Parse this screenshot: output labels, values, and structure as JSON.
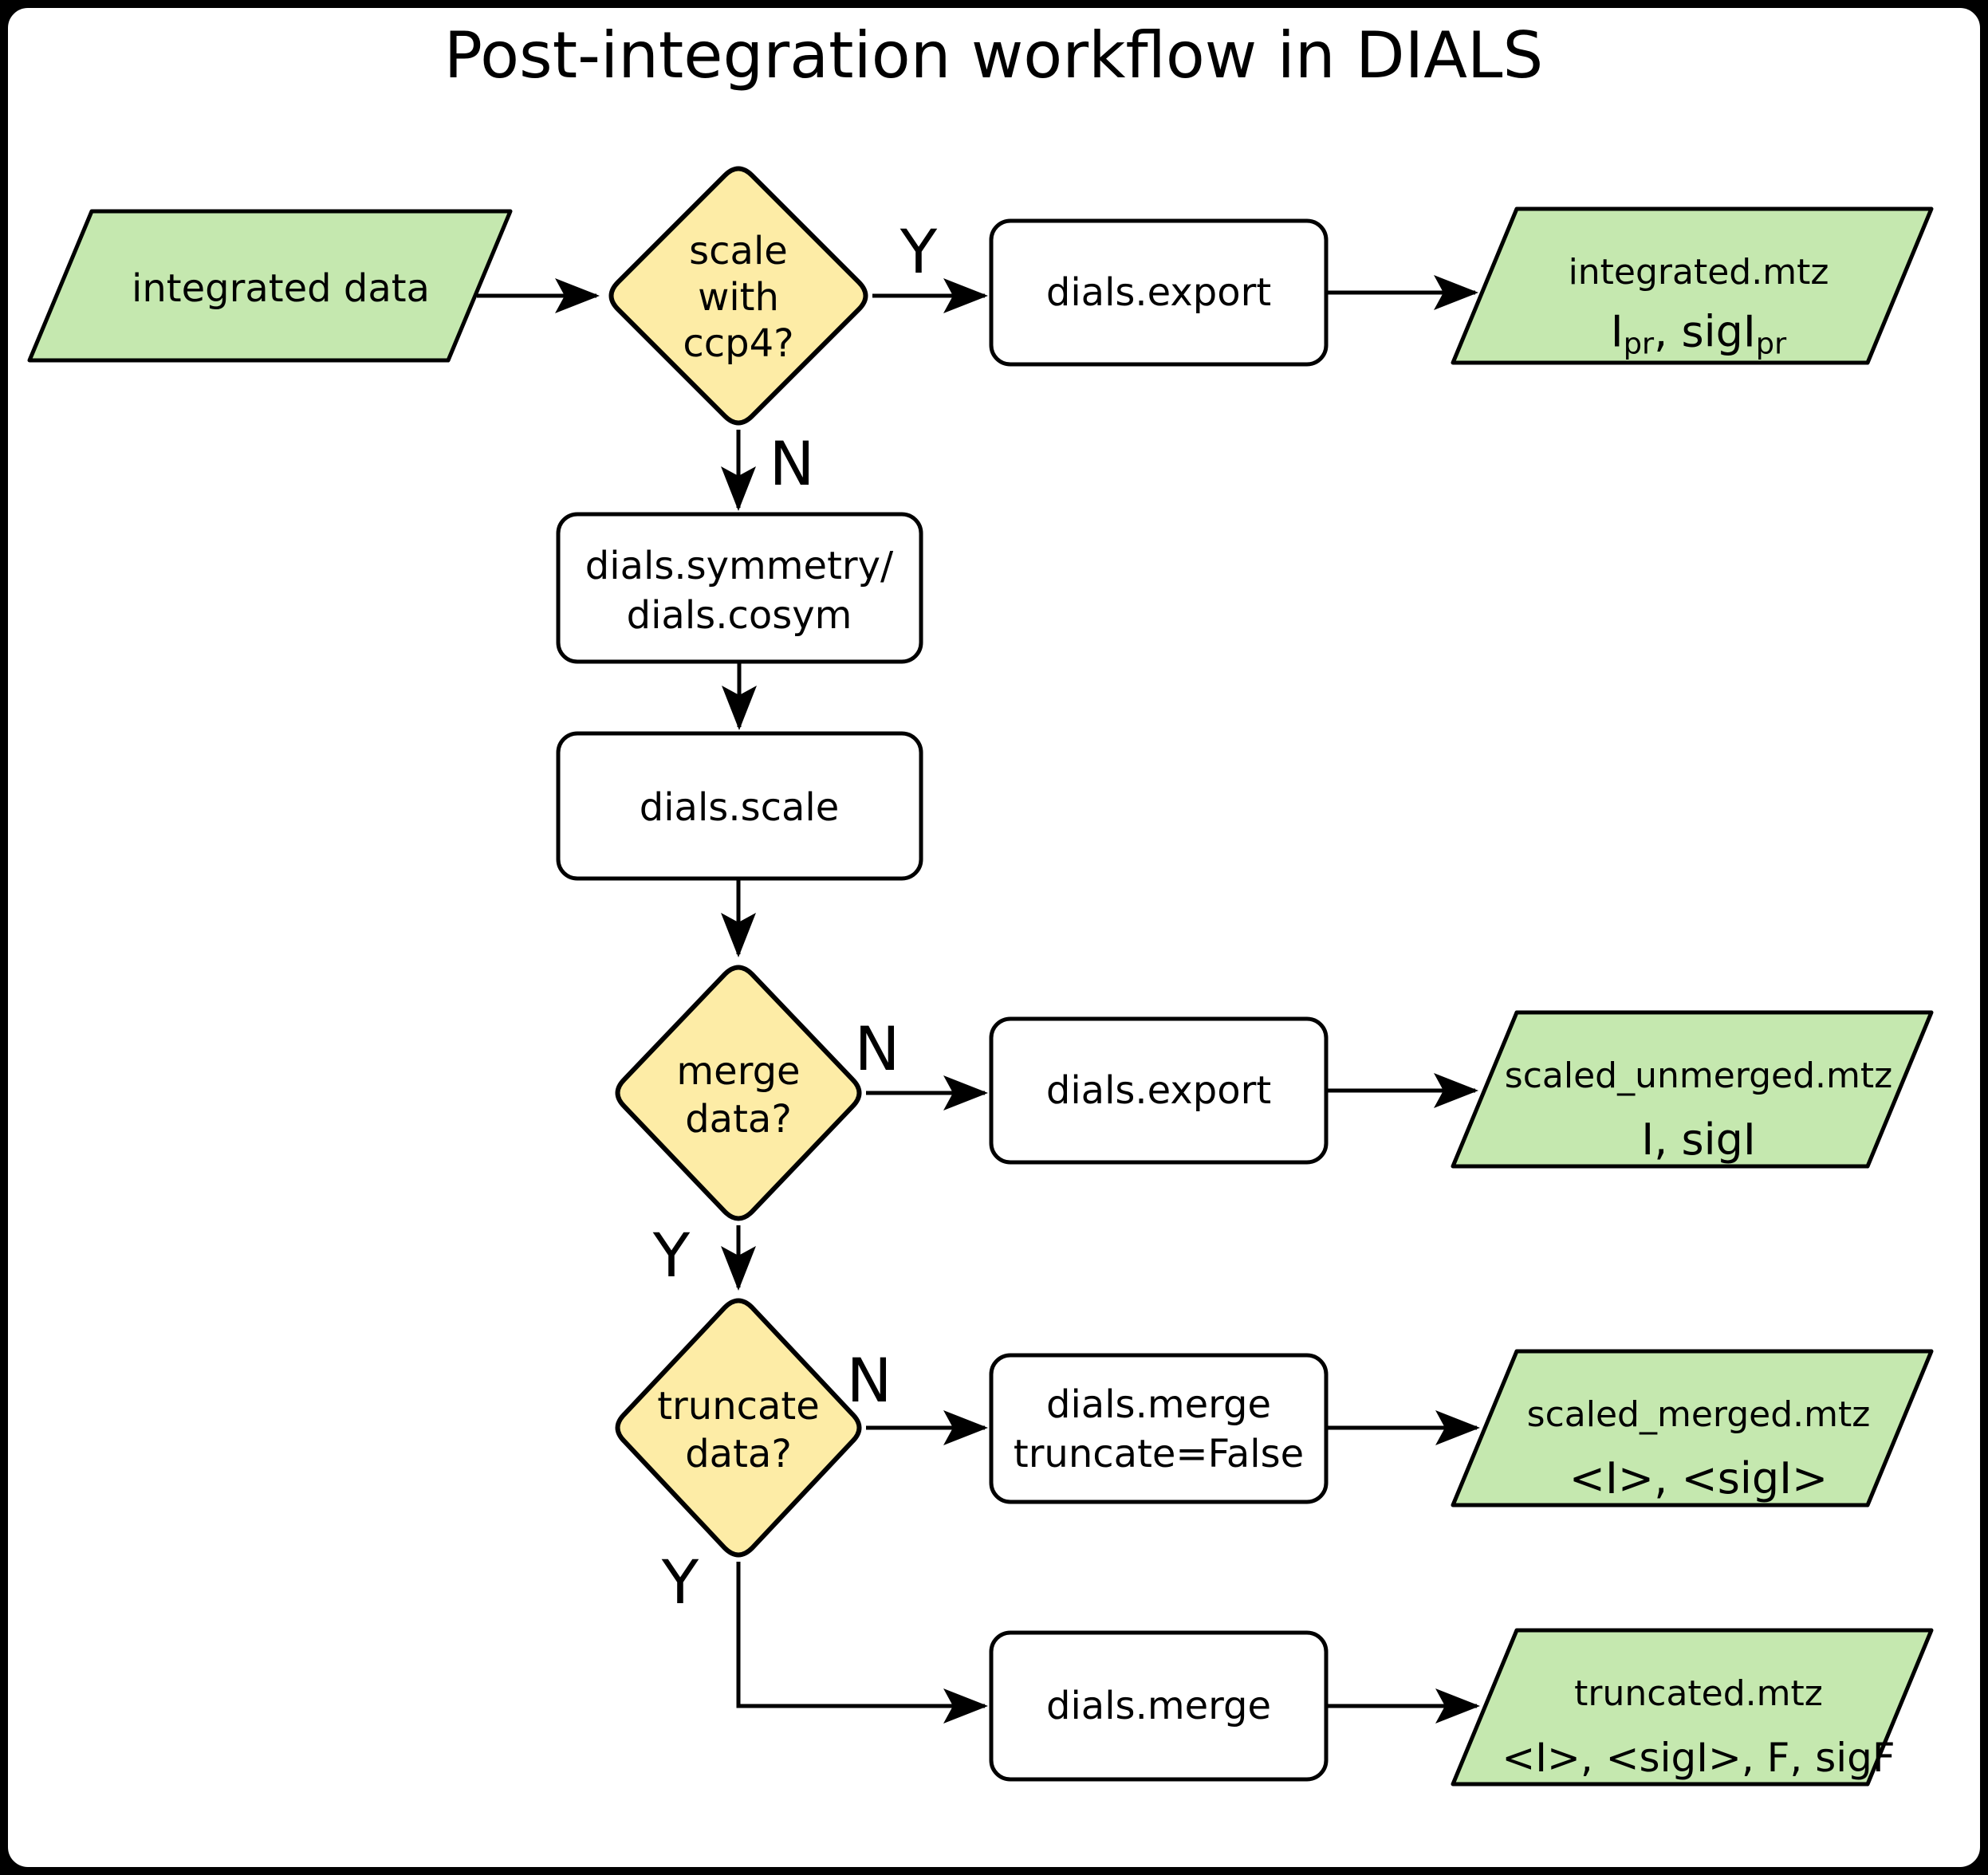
{
  "title": "Post-integration workflow in DIALS",
  "colors": {
    "background_border": "#000000",
    "page": "#ffffff",
    "io_fill": "#c5e8af",
    "decision_fill": "#fdeca6",
    "process_fill": "#ffffff",
    "line": "#000000"
  },
  "nodes": {
    "input": {
      "label": "integrated data"
    },
    "decision_ccp4": {
      "lines": [
        "scale",
        "with",
        "ccp4?"
      ]
    },
    "export_top": {
      "label": "dials.export"
    },
    "out_integrated": {
      "filename": "integrated.mtz",
      "cols": {
        "base1": "I",
        "sub1": "pr",
        "base2": ", sigI",
        "sub2": "pr"
      }
    },
    "symmetry": {
      "lines": [
        "dials.symmetry/",
        "dials.cosym"
      ]
    },
    "scale": {
      "label": "dials.scale"
    },
    "decision_merge": {
      "lines": [
        "merge",
        "data?"
      ]
    },
    "export_mid": {
      "label": "dials.export"
    },
    "out_scaled_unmerged": {
      "filename": "scaled_unmerged.mtz",
      "cols_text": "I, sigI"
    },
    "decision_truncate": {
      "lines": [
        "truncate",
        "data?"
      ]
    },
    "merge_no_truncate": {
      "lines": [
        "dials.merge",
        "truncate=False"
      ]
    },
    "out_scaled_merged": {
      "filename": "scaled_merged.mtz",
      "cols_text": "<I>, <sigI>"
    },
    "merge": {
      "label": "dials.merge"
    },
    "out_truncated": {
      "filename": "truncated.mtz",
      "cols_text": "<I>, <sigI>, F, sigF"
    }
  },
  "edges": {
    "ccp4_yes": "Y",
    "ccp4_no": "N",
    "merge_no": "N",
    "merge_yes": "Y",
    "truncate_no": "N",
    "truncate_yes": "Y"
  }
}
